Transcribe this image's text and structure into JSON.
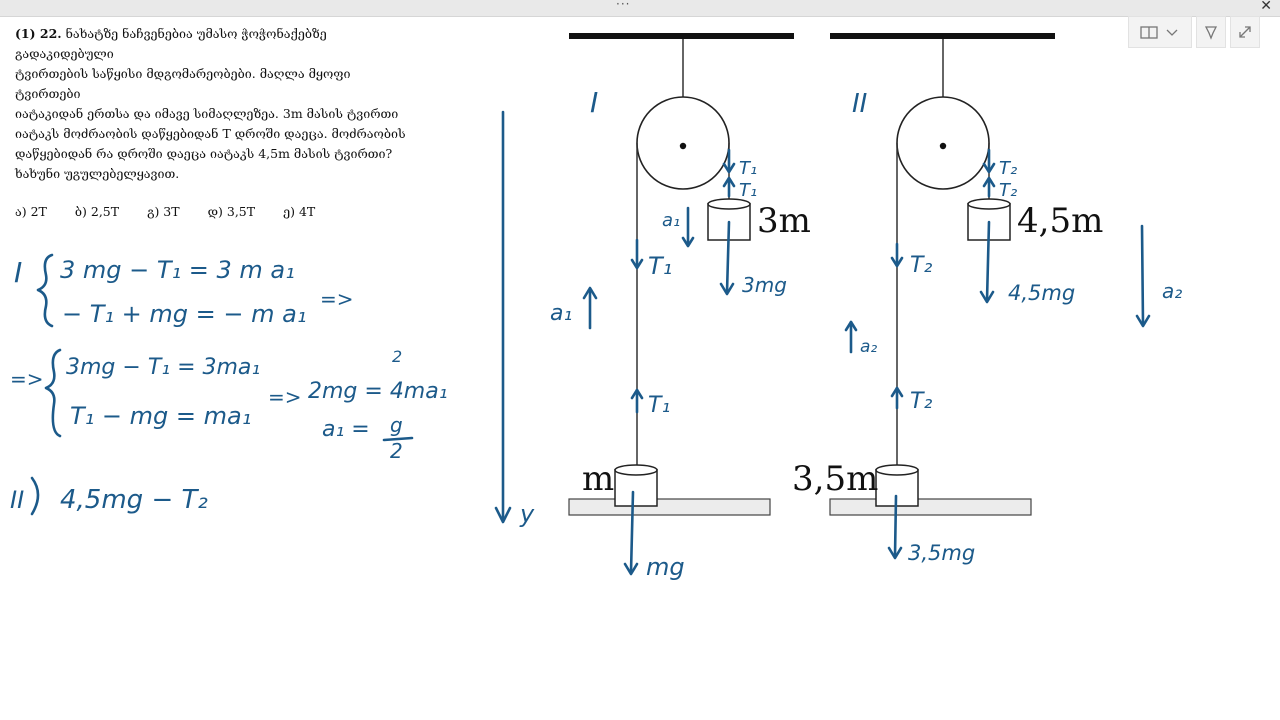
{
  "window": {
    "menu_dots": "···",
    "close_glyph": "✕"
  },
  "toolbar": {
    "book_icon": "book-icon",
    "chevron_icon": "chevron-down-icon",
    "pen_icon": "pen-icon",
    "expand_icon": "expand-icon"
  },
  "problem": {
    "number": "(1) 22.",
    "line1": "ნახატზე ნაჩვენებია უმასო ჭოჭონაქებზე გადაკიდებული",
    "line2": "ტვირთების საწყისი მდგომარეობები. მაღლა მყოფი ტვირთები",
    "line3": "იატაკიდან ერთსა და იმავე სიმაღლეზეა.  3m მასის ტვირთი",
    "line4": "იატაკს მოძრაობის დაწყებიდან  T დროში დაეცა. მოძრაობის",
    "line5": "დაწყებიდან რა დროში დაეცა იატაკს 4,5m მასის ტვირთი?",
    "line6": "ხახუნი უგულებელყავით."
  },
  "answers": [
    "ა)  2T",
    "ბ)  2,5T",
    "გ)  3T",
    "დ)  3,5T",
    "ე)  4T"
  ],
  "figure": {
    "left_mass_top": "3m",
    "left_mass_bottom": "m",
    "right_mass_top": "4,5m",
    "right_mass_bottom": "3,5m"
  },
  "notes": {
    "label_I": "I",
    "label_II": "II",
    "eq1a": "3 mg − T₁ = 3 m a₁",
    "eq1b": "− T₁ + mg = − m a₁",
    "arrow1": "=>",
    "eq2a": "3mg − T₁ = 3ma₁",
    "eq2b": "T₁ − mg = ma₁",
    "arrow2": "=>",
    "arrow3": "=>",
    "eq3": "2mg = 4ma₁",
    "eq3_small": "2",
    "eq4_lhs": "a₁ =",
    "eq4_num": "g",
    "eq4_den": "2",
    "eq5": "4,5mg − T₂",
    "roman_II": "II",
    "y_axis": "y",
    "T1_top": "T₁",
    "T1_top2": "T₁",
    "a1_small": "a₁",
    "T1_mid": "T₁",
    "mg3": "3mg",
    "a1_left": "a₁",
    "T1_low": "T₁",
    "mg": "mg",
    "T2_top": "T₂",
    "T2_top2": "T₂",
    "T2_mid": "T₂",
    "mg45": "4,5mg",
    "a2_vec": "a₂",
    "a2_small": "a₂",
    "T2_low": "T₂",
    "mg35": "3,5mg"
  }
}
